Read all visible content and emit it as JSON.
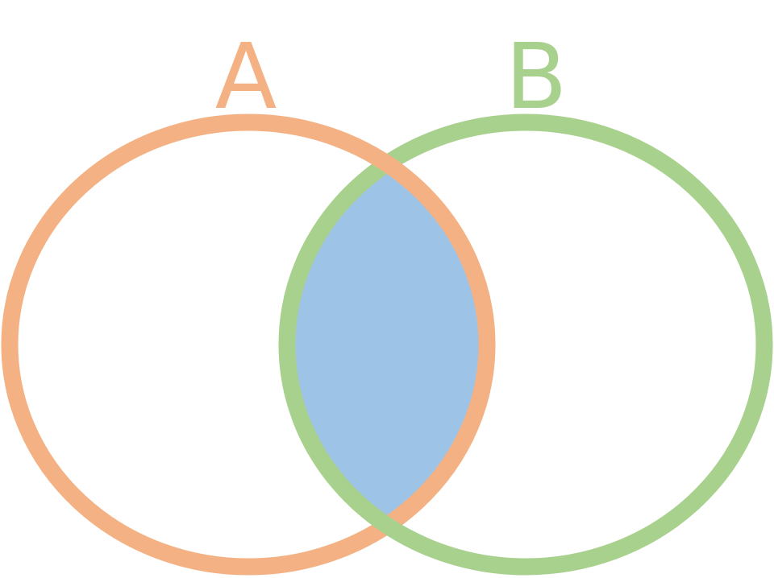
{
  "diagram": {
    "type": "venn",
    "sets": [
      {
        "id": "A",
        "label": "A",
        "color": "#f4b183"
      },
      {
        "id": "B",
        "label": "B",
        "color": "#a9d18e"
      }
    ],
    "highlight": {
      "region": "A∩B",
      "color": "#9dc3e6"
    }
  }
}
